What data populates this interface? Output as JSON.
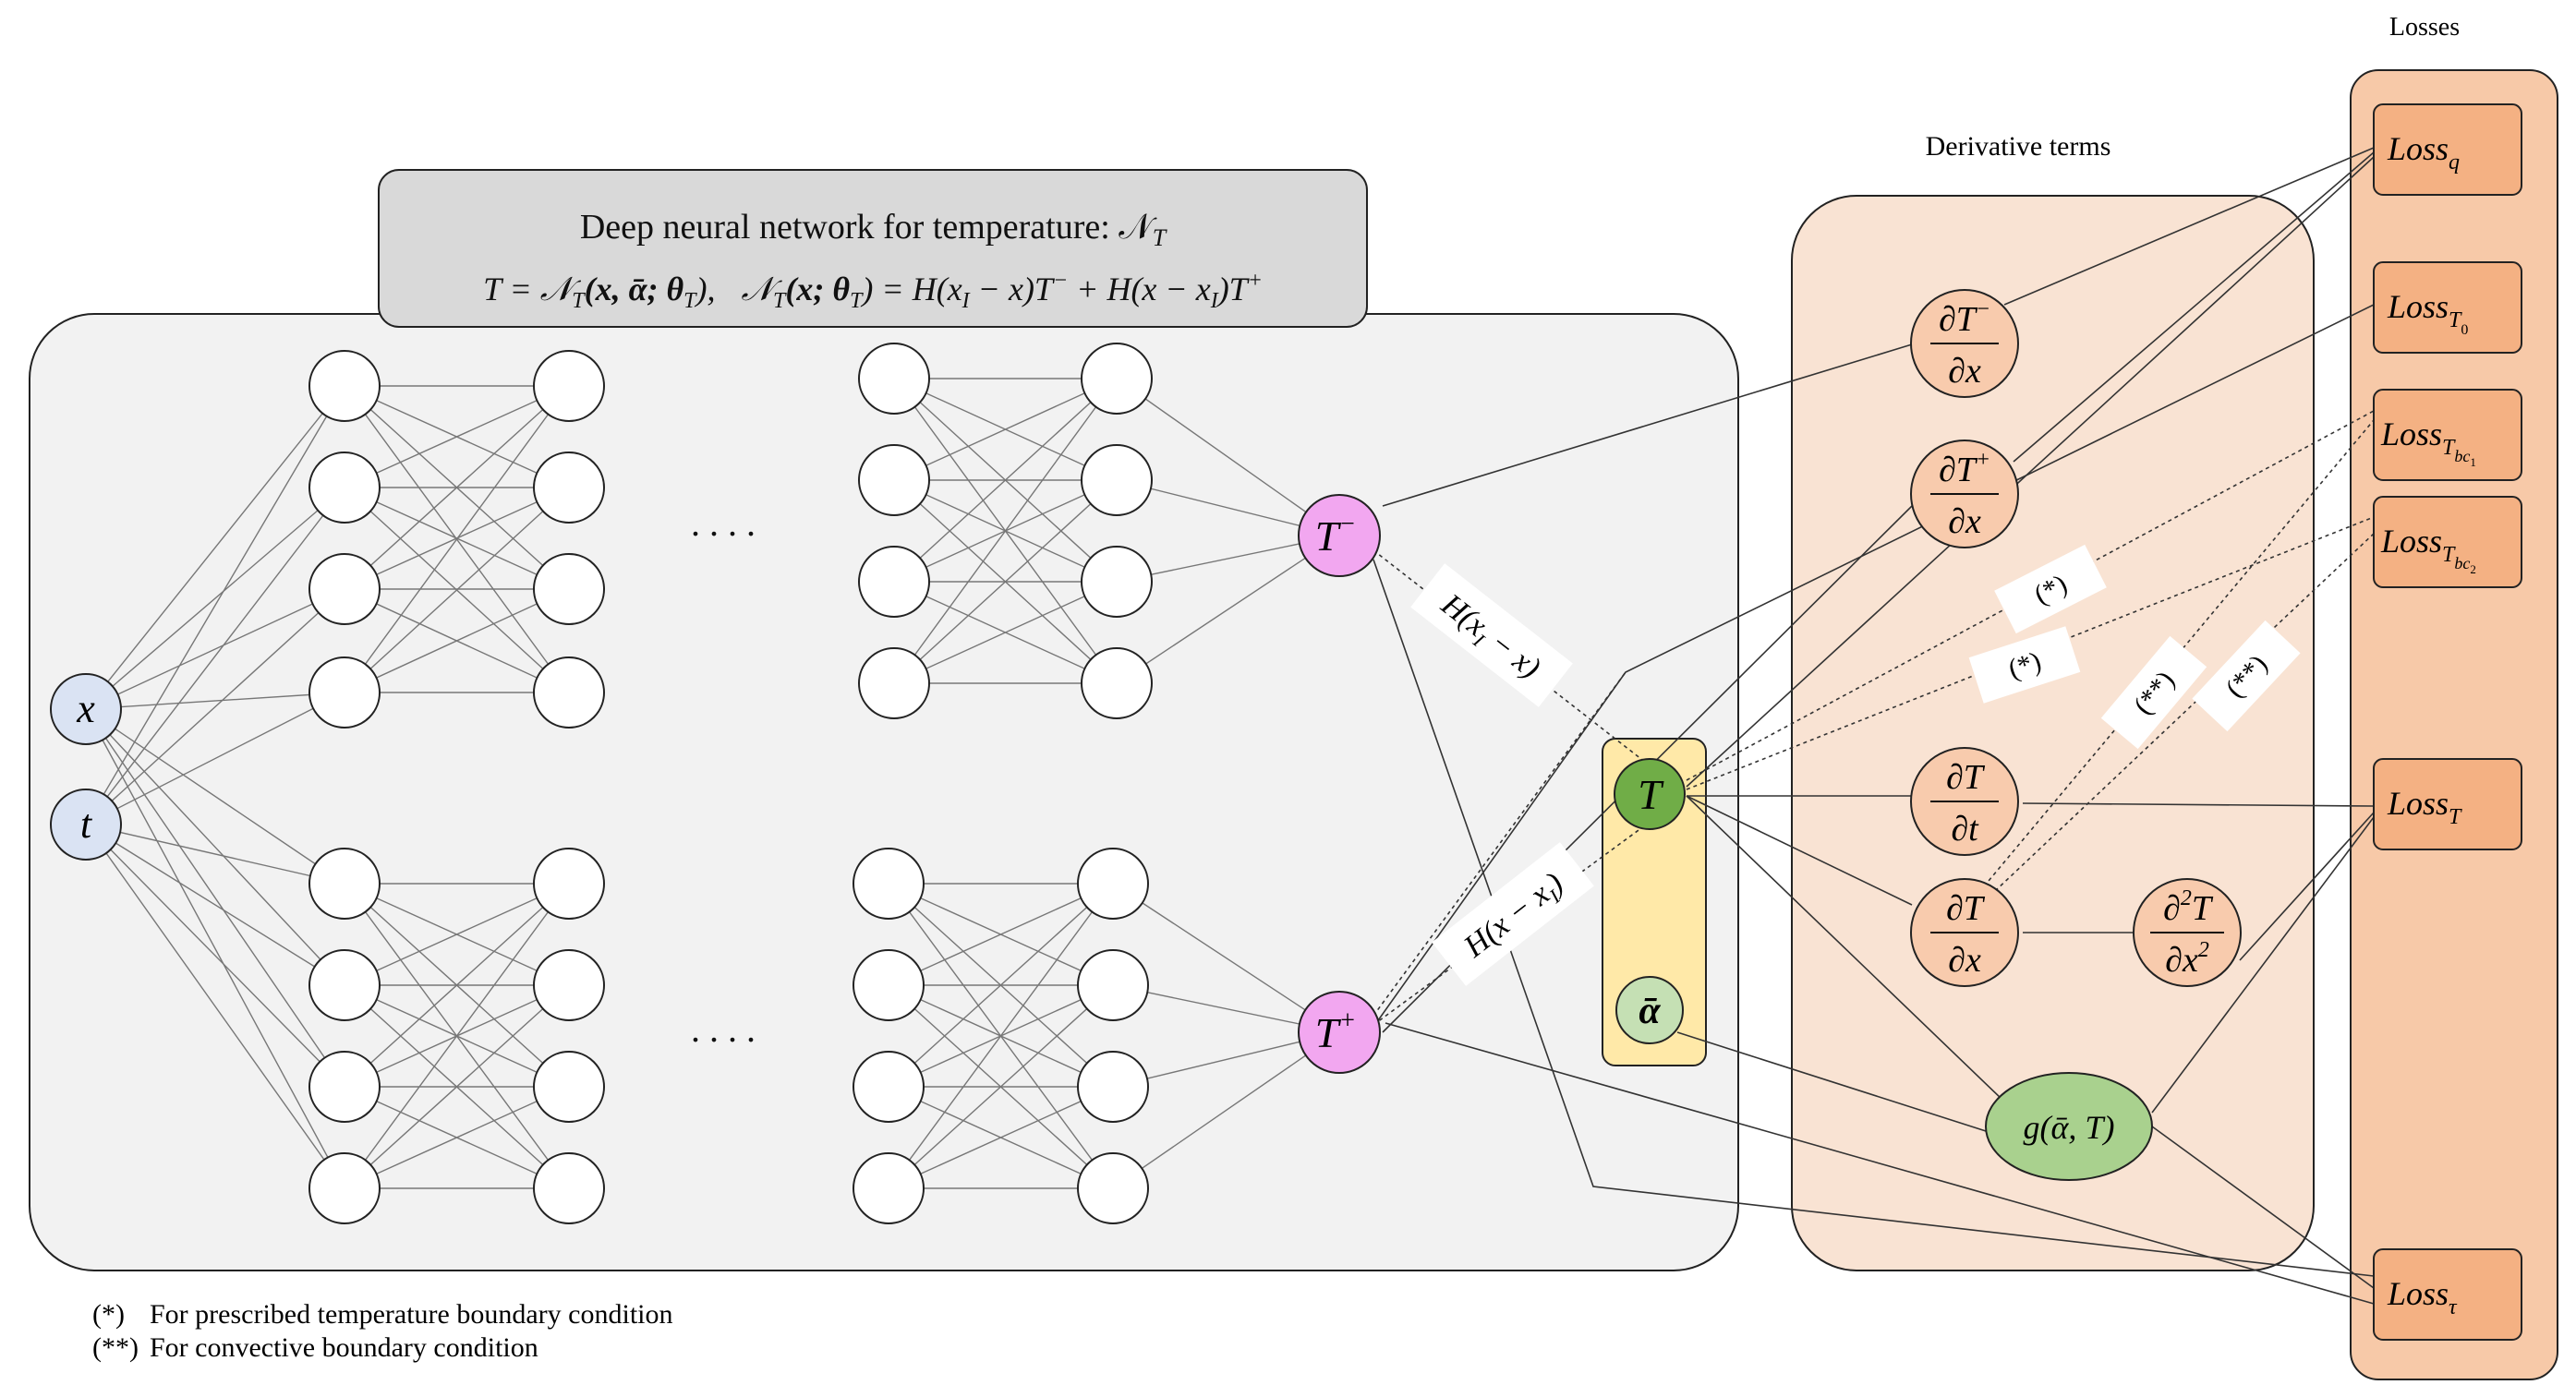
{
  "colors": {
    "dnn_panel": "#f2f2f2",
    "dnn_title_box": "#d9d9d9",
    "deriv_panel": "#f9e3d3",
    "loss_panel": "#f7c9a8",
    "loss_box": "#f4b183",
    "deriv_node": "#f8cbad",
    "input_node": "#dae3f3",
    "t_minus_plus_node": "#f2a7f0",
    "T_node": "#70ad47",
    "alpha_node": "#c5e0b4",
    "g_node": "#a9d18e",
    "yellow_box": "#ffe9a8",
    "edge": "#555555"
  },
  "dnn": {
    "title": "Deep neural network for temperature: 𝒩",
    "title_sub": "T",
    "equation_a": "T = 𝒩",
    "equation_a_sub": "T",
    "equation_a_args": "(x, ᾱ; θ",
    "equation_a_sub2": "T",
    "equation_a_close": "),",
    "equation_b": "𝒩",
    "equation_b_sub": "T",
    "equation_b_args": "(x; θ",
    "equation_b_sub2": "T",
    "equation_b_rest": ") = H(x",
    "equation_b_sub3": "I",
    "equation_b_rest2": " − x)T",
    "equation_b_sup1": "−",
    "equation_b_rest3": " + H(x − x",
    "equation_b_sub4": "I",
    "equation_b_rest4": ")T",
    "equation_b_sup2": "+",
    "ellipsis_top": ". . . .",
    "ellipsis_bottom": ". . . ."
  },
  "inputs": {
    "x": "x",
    "t": "t"
  },
  "outputs": {
    "t_minus": "T",
    "t_minus_sup": "−",
    "t_plus": "T",
    "t_plus_sup": "+",
    "T": "T",
    "alpha": "ᾱ"
  },
  "heaviside": {
    "top": "H(x",
    "top_sub": "I",
    "top_rest": " − x)",
    "bottom": "H(x − x",
    "bottom_sub": "I",
    "bottom_rest": ")"
  },
  "derivatives": {
    "heading": "Derivative terms",
    "dTminus_num": "∂T",
    "dTminus_sup": "−",
    "dTminus_den": "∂x",
    "dTplus_num": "∂T",
    "dTplus_sup": "+",
    "dTplus_den": "∂x",
    "dTdt_num": "∂T",
    "dTdt_den": "∂t",
    "dTdx_num": "∂T",
    "dTdx_den": "∂x",
    "d2Tdx2_num": "∂",
    "d2Tdx2_num_sup": "2",
    "d2Tdx2_num_rest": "T",
    "d2Tdx2_den": "∂x",
    "d2Tdx2_den_sup": "2",
    "g_label": "g(ᾱ, T)"
  },
  "losses": {
    "heading": "Losses",
    "items": [
      {
        "base": "Loss",
        "sub": "q",
        "subsub": ""
      },
      {
        "base": "Loss",
        "sub": "T",
        "subsub": "0"
      },
      {
        "base": "Loss",
        "sub": "T",
        "subsub": "bc1"
      },
      {
        "base": "Loss",
        "sub": "T",
        "subsub": "bc2"
      },
      {
        "base": "Loss",
        "sub": "T",
        "subsub": ""
      },
      {
        "base": "Loss",
        "sub": "τ",
        "subsub": ""
      }
    ],
    "loss_T_bc1_sub": "bc",
    "loss_T_bc1_subsub": "1",
    "loss_T_bc2_sub": "bc",
    "loss_T_bc2_subsub": "2"
  },
  "edge_tags": {
    "star1": "(*)",
    "star2": "(*)",
    "dstar1": "(**)",
    "dstar2": "(**)"
  },
  "footnotes": [
    {
      "mark": "(*)",
      "text": "For prescribed temperature boundary condition"
    },
    {
      "mark": "(**)",
      "text": "For convective boundary condition"
    }
  ]
}
